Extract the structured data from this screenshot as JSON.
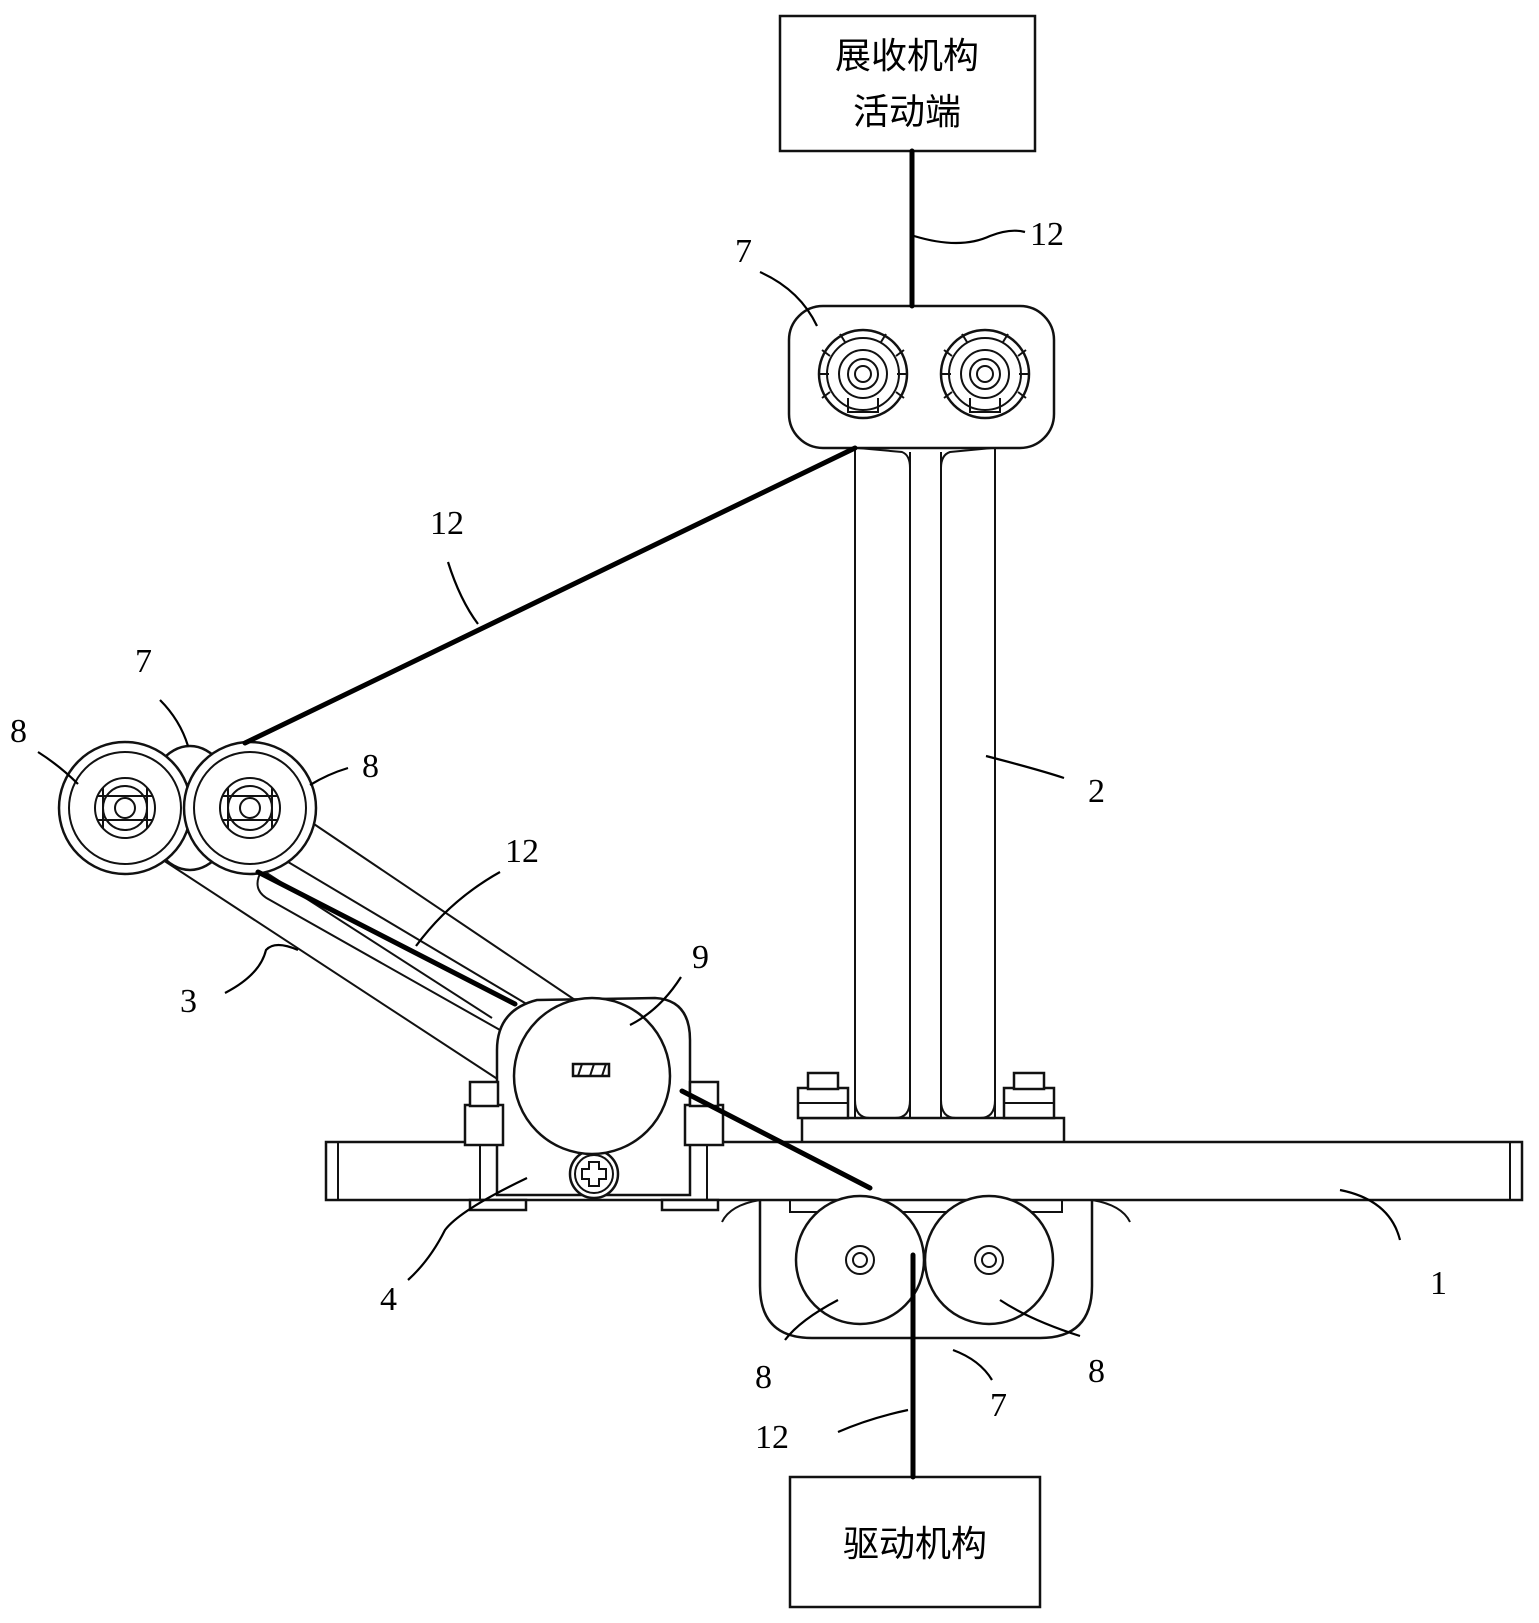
{
  "top_box": {
    "line1": "展收机构",
    "line2": "活动端"
  },
  "bottom_box": {
    "label": "驱动机构"
  },
  "callouts": {
    "c12_top": "12",
    "c7_top": "7",
    "c12_left": "12",
    "c7_left": "7",
    "c8_left_outer": "8",
    "c8_left_inner": "8",
    "c2": "2",
    "c12_mid": "12",
    "c9": "9",
    "c3": "3",
    "c4": "4",
    "c1": "1",
    "c8_bottom_left": "8",
    "c8_bottom_right": "8",
    "c7_bottom": "7",
    "c12_bottom": "12"
  }
}
